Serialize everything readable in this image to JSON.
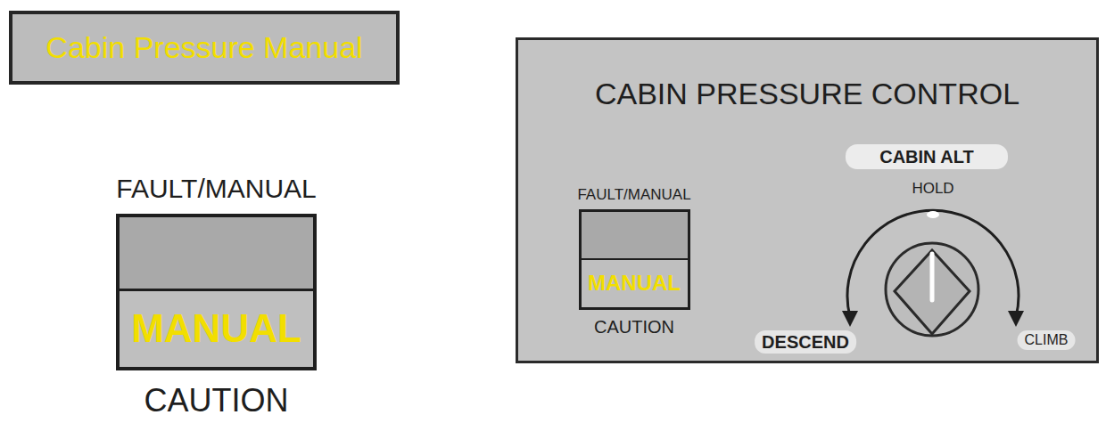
{
  "diagram": {
    "nodes": [
      {
        "text": [
          "Cabin Pressure Manual"
        ]
      },
      {
        "text": [
          "FAULT/MANUAL",
          "MANUAL",
          "CAUTION"
        ]
      },
      {
        "text": [
          "CABIN PRESSURE CONTROL"
        ]
      },
      {
        "text": [
          "FAULT/MANUAL",
          "MANUAL",
          "CAUTION"
        ],
        "in": 2
      },
      {
        "text": [
          "CABIN ALT"
        ],
        "in": 2
      }
    ],
    "labels": [
      "HOLD",
      "DESCEND",
      "CLIMB"
    ]
  }
}
